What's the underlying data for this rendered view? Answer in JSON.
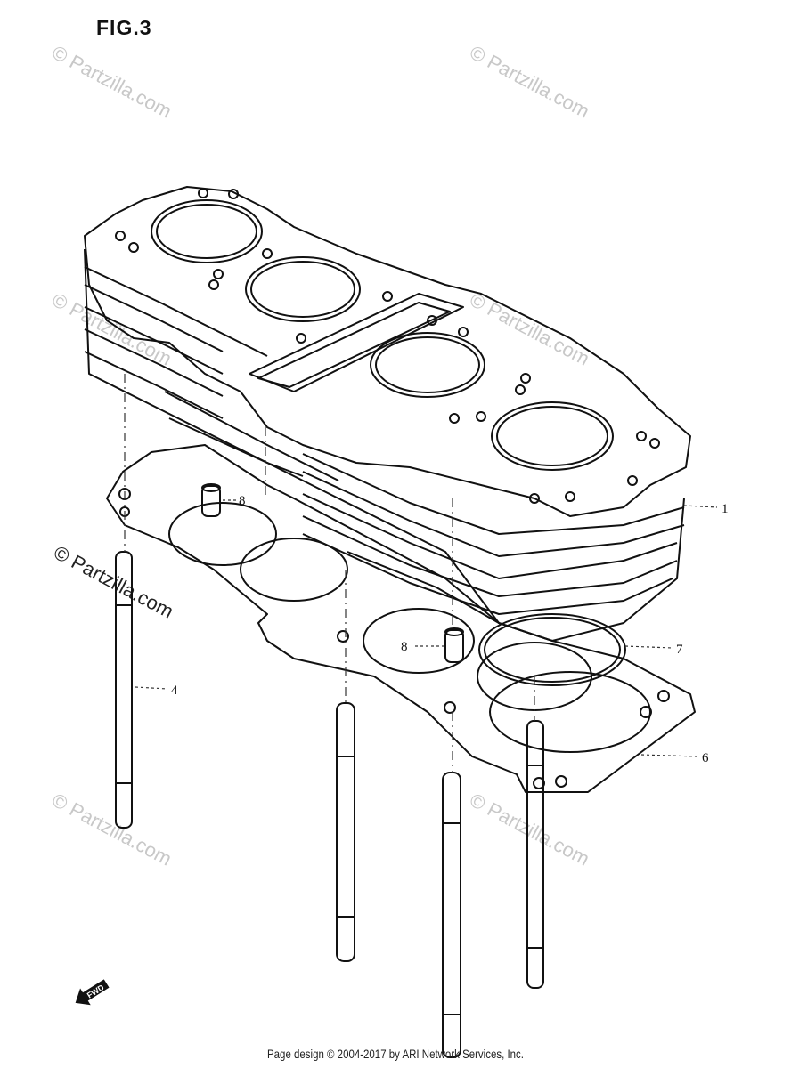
{
  "figure": {
    "title": "FIG.3"
  },
  "callouts": {
    "c1": "1",
    "c4": "4",
    "c6": "6",
    "c7": "7",
    "c8a": "8",
    "c8b": "8"
  },
  "watermark": {
    "text": "© Partzilla.com"
  },
  "footer": {
    "text": "Page design © 2004-2017 by ARI Network Services, Inc."
  },
  "direction_marker": {
    "label": "FWD",
    "icon": "forward-arrow-icon"
  }
}
